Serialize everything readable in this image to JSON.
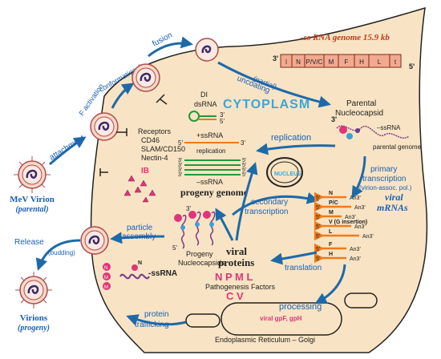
{
  "colors": {
    "cell": "#f8e4c4",
    "cell_stroke": "#222222",
    "arrow_blue": "#1e6aa8",
    "title_blue": "#1a5fb4",
    "rna_orange": "#f07a1a",
    "rna_green": "#1e9a3a",
    "magenta": "#e0357a",
    "genome_box": "#f3a98f",
    "nucleus_blue": "#3aa6d8"
  },
  "icons": [
    "virion-icon",
    "receptor-icon",
    "nucleocapsid-icon",
    "ib-triangle-icon"
  ],
  "labels": {
    "virion_parental_title": "MeV Virion",
    "virion_parental_sub": "(parental)",
    "attachment": "attachment",
    "f_activation": "F activation",
    "conformational": "conformational",
    "fusion": "fusion",
    "receptors": "Receptors",
    "cd46": "CD46",
    "slam": "SLAM/CD150",
    "nectin": "Nectin-4",
    "uncoating": "uncoating",
    "uncoating_partial": "(partial)",
    "genome_title": "-ss RNA genome 15.9 kb",
    "genome_3": "3'",
    "genome_5": "5'",
    "genome_genes": [
      "l",
      "N",
      "P/V/C",
      "M",
      "F",
      "H",
      "L",
      "t"
    ],
    "cytoplasm": "CYTOPLASM",
    "parental": "Parental",
    "nucleocapsid": "Nucleocapsid",
    "minus_ssrna": "–ssRNA",
    "parental_genome": "parental genome",
    "di": "DI",
    "dsrna": "dsRNA",
    "plus_ssrna": "+ssRNA",
    "replication_small": "replication",
    "minus_ssrna2": "–ssRNA",
    "progeny_genome": "progeny genome",
    "replication": "replication",
    "nucleus": "NUCLEUS",
    "primary_transcription_1": "primary",
    "primary_transcription_2": "transcription",
    "primary_transcription_3": "(virion-assoc. pol.)",
    "ib": "IB",
    "secondary_1": "secondary",
    "secondary_2": "transcription",
    "viral_mrnas_1": "viral",
    "viral_mrnas_2": "mRNAs",
    "mrna_labels": [
      "N",
      "P/C",
      "M",
      "V (G insertion)",
      "L",
      "F",
      "H"
    ],
    "an3": "An3'",
    "particle_assembly_1": "particle",
    "particle_assembly_2": "assembly",
    "progeny_nc_1": "Progeny",
    "progeny_nc_2": "Nucleocapsids",
    "viral_proteins_1": "viral",
    "viral_proteins_2": "proteins",
    "npml": "N P M L",
    "pathogenesis": "Pathogenesis Factors",
    "cv": "C V",
    "translation": "translation",
    "release": "Release",
    "budding": "(budding)",
    "ssrna_left": "-ssRNA",
    "virions_title": "Virions",
    "virions_sub": "(progeny)",
    "processing": "processing",
    "viral_gp": "viral gpF, gpH",
    "protein_1": "protein",
    "protein_2": "trafficking",
    "er_golgi": "Endoplasmic Reticulum – Golgi"
  }
}
